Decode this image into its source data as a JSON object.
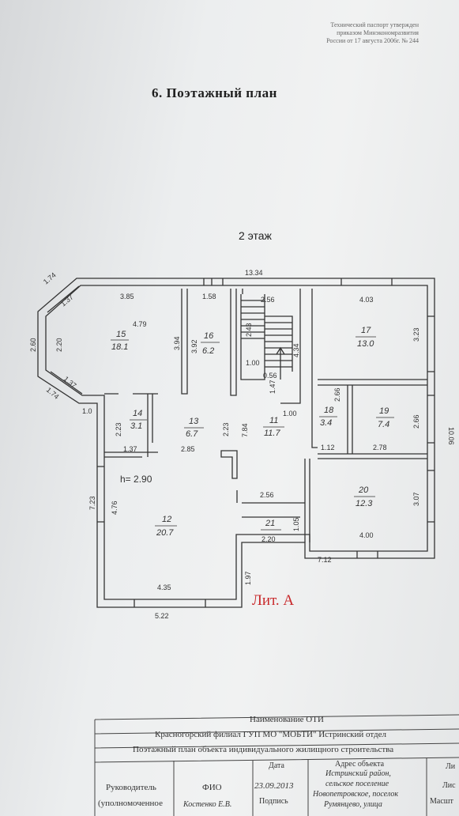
{
  "approval": {
    "line1": "Технический паспорт утвержден",
    "line2": "приказом Минэкономразвития",
    "line3": "России от 17 августа 2006г. № 244"
  },
  "title": "6. Поэтажный план",
  "floor": "2 этаж",
  "height_label": "h= 2.90",
  "lit_label": "Лит. А",
  "rooms": [
    {
      "num": "15",
      "area": "18.1"
    },
    {
      "num": "16",
      "area": "6.2"
    },
    {
      "num": "17",
      "area": "13.0"
    },
    {
      "num": "14",
      "area": "3.1"
    },
    {
      "num": "13",
      "area": "6.7"
    },
    {
      "num": "11",
      "area": "11.7"
    },
    {
      "num": "18",
      "area": "3.4"
    },
    {
      "num": "19",
      "area": "7.4"
    },
    {
      "num": "12",
      "area": "20.7"
    },
    {
      "num": "20",
      "area": "12.3"
    },
    {
      "num": "21",
      "area": ""
    }
  ],
  "dims": {
    "d1334": "13.34",
    "d174a": "1.74",
    "d137a": "1.37",
    "d385": "3.85",
    "d158": "1.58",
    "d256a": "2.56",
    "d403": "4.03",
    "d260": "2.60",
    "d220a": "2.20",
    "d479": "4.79",
    "d394": "3.94",
    "d392": "3.92",
    "d243": "2.43",
    "d434": "4.34",
    "d323": "3.23",
    "d100a": "1.00",
    "d056": "0.56",
    "d147": "1.47",
    "d137b": "1.37",
    "d174b": "1.74",
    "d266a": "2.66",
    "d10": "1.0",
    "d1006": "10.06",
    "d100b": "1.00",
    "d223a": "2.23",
    "d223b": "2.23",
    "d784": "7.84",
    "d266b": "2.66",
    "d137c": "1.37",
    "d285": "2.85",
    "d112": "1.12",
    "d278": "2.78",
    "d723": "7.23",
    "d476": "4.76",
    "d256b": "2.56",
    "d307": "3.07",
    "d105": "1.05",
    "d220b": "2.20",
    "d400": "4.00",
    "d712": "7.12",
    "d197": "1.97",
    "d435": "4.35",
    "d522": "5.22"
  },
  "stamp": {
    "header": "Наименование ОТИ",
    "org": "Красногорский филиал ГУП МО \"МОБТИ\" Истринский отдел",
    "doc_name": "Поэтажный план объекта индивидуального жилищного строительства",
    "col_date": "Дата",
    "col_address": "Адрес объекта",
    "col_li": "Ли",
    "addr1": "Истринский район,",
    "addr2": "сельское поселение",
    "addr3": "Новопетровское, поселок",
    "addr4": "Румянцево, улица",
    "col_list": "Лис",
    "col_scale": "Масшт",
    "role1": "Руководитель",
    "role2": "(уполномоченное",
    "col_fio": "ФИО",
    "date_value": "23.09.2013",
    "fio_value": "Костенко Е.В.",
    "col_sign": "Подпись"
  }
}
